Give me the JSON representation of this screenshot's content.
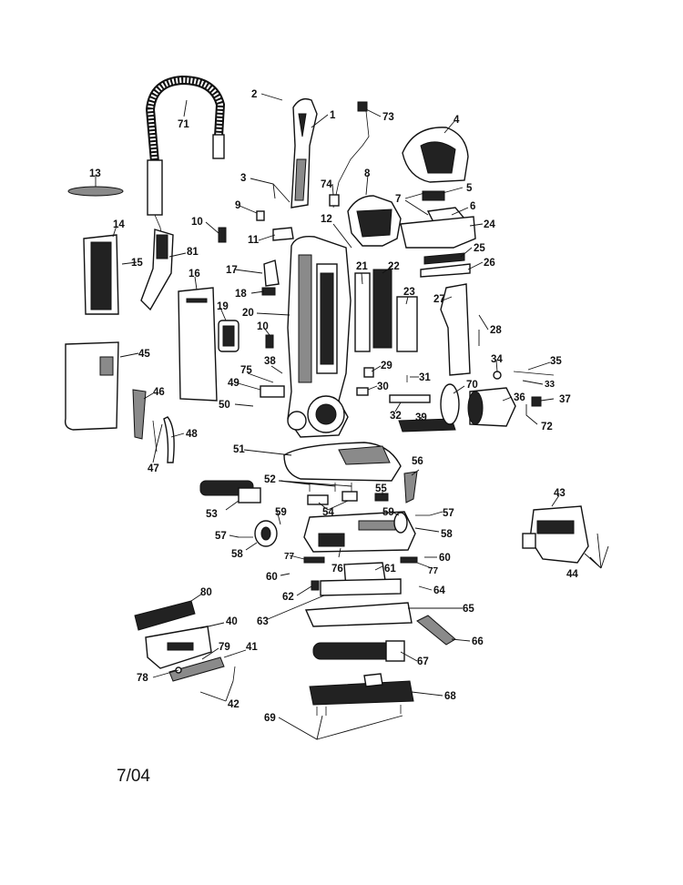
{
  "diagram": {
    "date_code": "7/04",
    "part_numbers": [
      "1",
      "2",
      "3",
      "4",
      "5",
      "6",
      "7",
      "8",
      "9",
      "10",
      "11",
      "12",
      "13",
      "14",
      "15",
      "16",
      "17",
      "18",
      "19",
      "20",
      "21",
      "22",
      "23",
      "24",
      "25",
      "26",
      "27",
      "28",
      "29",
      "30",
      "31",
      "32",
      "33",
      "34",
      "35",
      "36",
      "37",
      "38",
      "39",
      "40",
      "41",
      "42",
      "43",
      "44",
      "45",
      "46",
      "47",
      "48",
      "49",
      "50",
      "51",
      "52",
      "53",
      "54",
      "55",
      "56",
      "57",
      "58",
      "59",
      "60",
      "61",
      "62",
      "63",
      "64",
      "65",
      "66",
      "67",
      "68",
      "69",
      "70",
      "71",
      "72",
      "73",
      "74",
      "75",
      "76",
      "77",
      "78",
      "79",
      "80",
      "81"
    ]
  }
}
